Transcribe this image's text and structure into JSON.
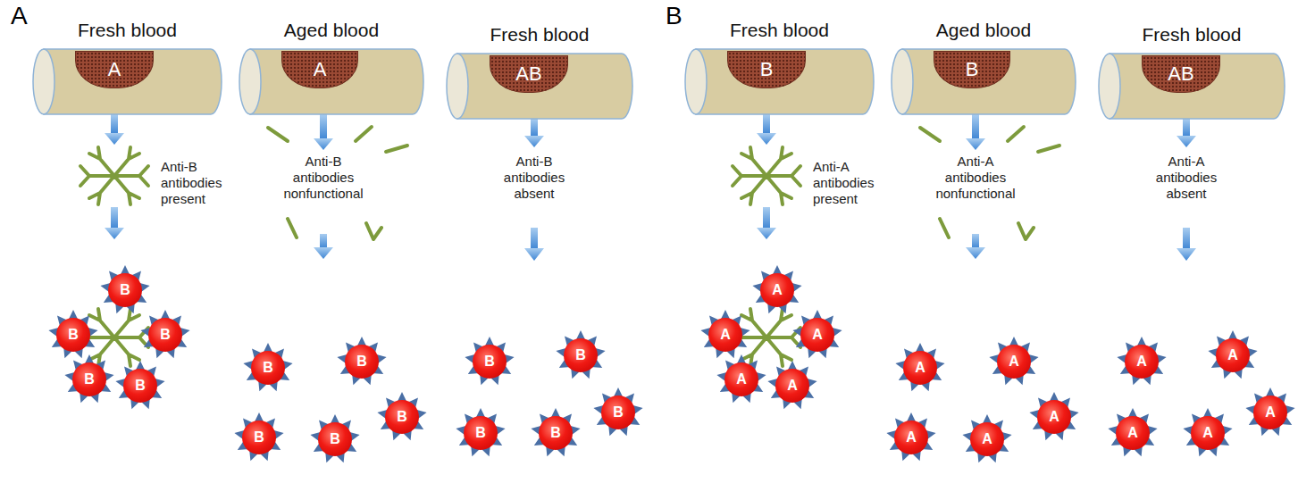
{
  "diagram": {
    "nodes": [
      {
        "text": [
          "Fresh blood"
        ]
      },
      {
        "text": [
          "A"
        ],
        "in": 0
      },
      {
        "text": [
          "Aged blood"
        ]
      },
      {
        "text": [
          "A"
        ],
        "in": 2
      },
      {
        "text": [
          "Fresh blood"
        ]
      },
      {
        "text": [
          "AB"
        ],
        "in": 4
      },
      {
        "text": [
          "B"
        ]
      },
      {
        "text": [
          "B"
        ]
      },
      {
        "text": [
          "B"
        ]
      },
      {
        "text": [
          "B"
        ]
      },
      {
        "text": [
          "B"
        ]
      },
      {
        "text": [
          "B"
        ]
      },
      {
        "text": [
          "B"
        ]
      },
      {
        "text": [
          "B"
        ]
      },
      {
        "text": [
          "B"
        ]
      },
      {
        "text": [
          "B"
        ]
      },
      {
        "text": [
          "B"
        ]
      },
      {
        "text": [
          "B"
        ]
      },
      {
        "text": [
          "B"
        ]
      },
      {
        "text": [
          "B"
        ]
      },
      {
        "text": [
          "B"
        ]
      },
      {
        "text": [
          "Fresh blood"
        ]
      },
      {
        "text": [
          "B"
        ],
        "in": 21
      },
      {
        "text": [
          "Aged blood"
        ]
      },
      {
        "text": [
          "B"
        ],
        "in": 23
      },
      {
        "text": [
          "Fresh blood"
        ]
      },
      {
        "text": [
          "AB"
        ],
        "in": 25
      },
      {
        "text": [
          "A"
        ]
      },
      {
        "text": [
          "A"
        ]
      },
      {
        "text": [
          "A"
        ]
      },
      {
        "text": [
          "A"
        ]
      },
      {
        "text": [
          "A"
        ]
      },
      {
        "text": [
          "A"
        ]
      },
      {
        "text": [
          "A"
        ]
      },
      {
        "text": [
          "A"
        ]
      },
      {
        "text": [
          "A"
        ]
      },
      {
        "text": [
          "A"
        ]
      },
      {
        "text": [
          "A"
        ]
      },
      {
        "text": [
          "A"
        ]
      },
      {
        "text": [
          "A"
        ]
      },
      {
        "text": [
          "A"
        ]
      },
      {
        "text": [
          "A"
        ]
      }
    ],
    "labels": [
      "A",
      "Anti-B antibodies present",
      "Anti-B antibodies nonfunctional",
      "Anti-B antibodies absent",
      "B",
      "Anti-A antibodies present",
      "Anti-A antibodies nonfunctional",
      "Anti-A antibodies absent"
    ]
  }
}
